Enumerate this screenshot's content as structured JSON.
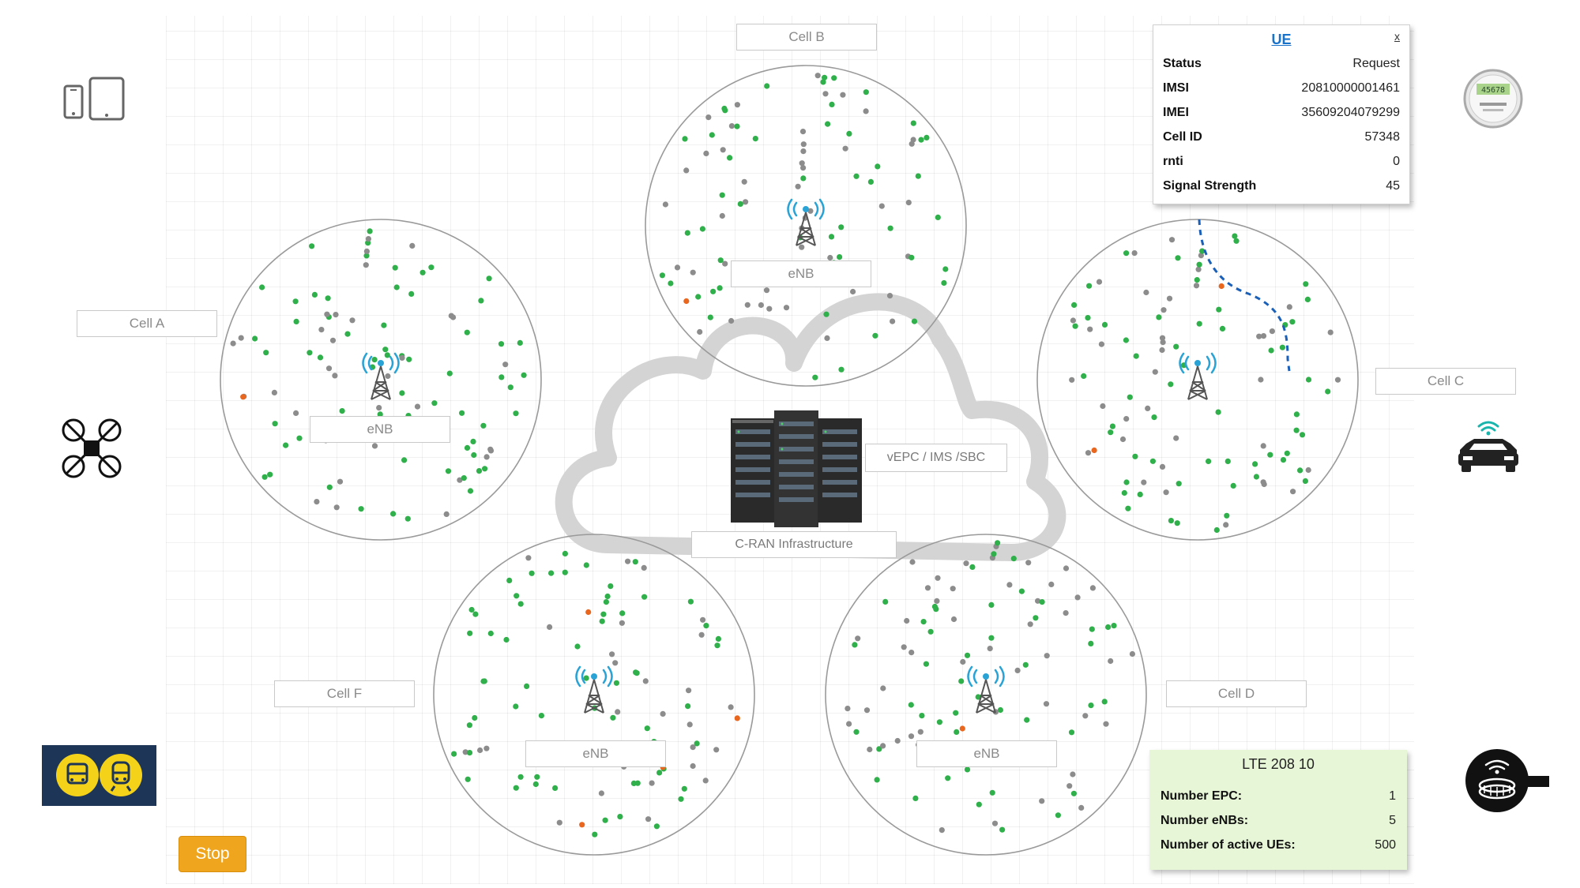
{
  "cells": [
    {
      "id": "A",
      "label": "Cell A",
      "enb_label": "eNB"
    },
    {
      "id": "B",
      "label": "Cell B",
      "enb_label": "eNB"
    },
    {
      "id": "C",
      "label": "Cell C",
      "enb_label": "eNB"
    },
    {
      "id": "D",
      "label": "Cell D",
      "enb_label": "eNB"
    },
    {
      "id": "F",
      "label": "Cell F",
      "enb_label": "eNB"
    }
  ],
  "infrastructure": {
    "core_label": "vEPC / IMS /SBC",
    "cran_label": "C-RAN Infrastructure"
  },
  "ue_panel": {
    "title": "UE",
    "close": "x",
    "rows": [
      {
        "key": "Status",
        "value": "Request"
      },
      {
        "key": "IMSI",
        "value": "20810000001461"
      },
      {
        "key": "IMEI",
        "value": "35609204079299"
      },
      {
        "key": "Cell ID",
        "value": "57348"
      },
      {
        "key": "rnti",
        "value": "0"
      },
      {
        "key": "Signal Strength",
        "value": "45"
      }
    ]
  },
  "lte_panel": {
    "title": "LTE 208 10",
    "rows": [
      {
        "key": "Number EPC:",
        "value": "1"
      },
      {
        "key": "Number eNBs:",
        "value": "5"
      },
      {
        "key": "Number of active UEs:",
        "value": "500"
      }
    ]
  },
  "controls": {
    "stop_label": "Stop"
  },
  "smart_meter_display": "45678",
  "colors": {
    "ue_active": "#2fb04a",
    "ue_idle": "#8c8c8c",
    "ue_alert": "#e8661e",
    "stop_button": "#f0a51e",
    "lte_panel_bg": "#e7f6d6",
    "ue_title_link": "#1a73c9",
    "transport_icon_bg": "#1d3557",
    "transport_icon_fg": "#f5d21a"
  },
  "icons": [
    "tablet-phone-icon",
    "drone-icon",
    "transport-icon",
    "smart-meter-icon",
    "connected-car-icon",
    "stadium-wifi-icon",
    "cell-tower-icon",
    "server-rack-icon",
    "cloud-icon"
  ]
}
